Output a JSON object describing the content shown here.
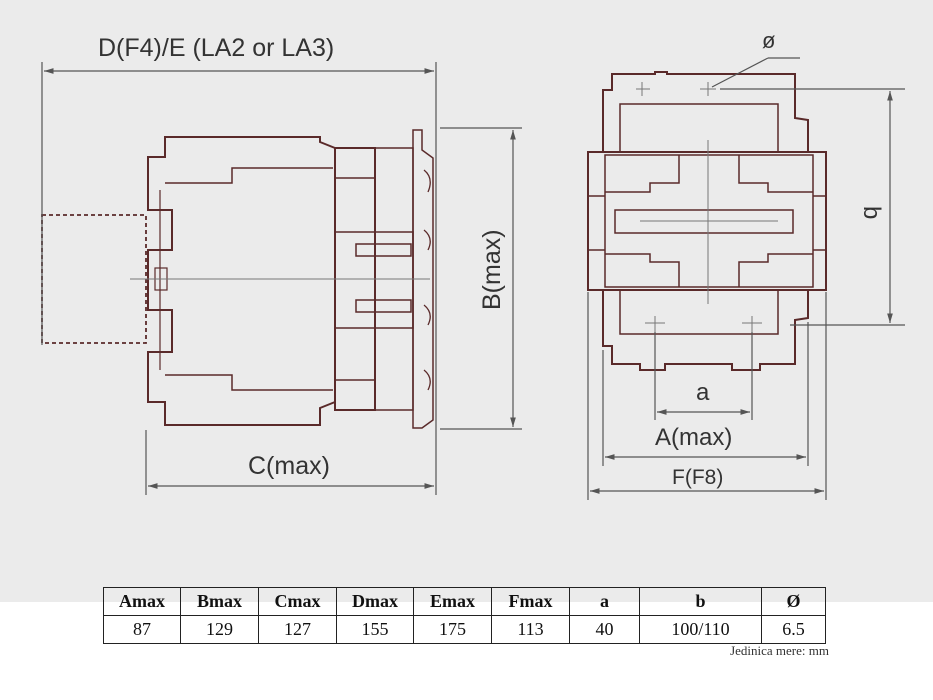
{
  "side_view": {
    "label_top": "D(F4)/E (LA2 or LA3)",
    "label_height": "B(max)",
    "label_depth": "C(max)"
  },
  "front_view": {
    "label_phi": "ø",
    "label_b": "b",
    "label_a": "a",
    "label_width": "A(max)",
    "label_overall": "F(F8)"
  },
  "dimension_table": {
    "headers": [
      "Amax",
      "Bmax",
      "Cmax",
      "Dmax",
      "Emax",
      "Fmax",
      "a",
      "b",
      "Ø"
    ],
    "values": [
      "87",
      "129",
      "127",
      "155",
      "175",
      "113",
      "40",
      "100/110",
      "6.5"
    ]
  },
  "unit_note": "Jedinica mere: mm",
  "colors": {
    "outline": "#5a2a2a",
    "dimension_line": "#555555",
    "background": "#ebebeb"
  }
}
